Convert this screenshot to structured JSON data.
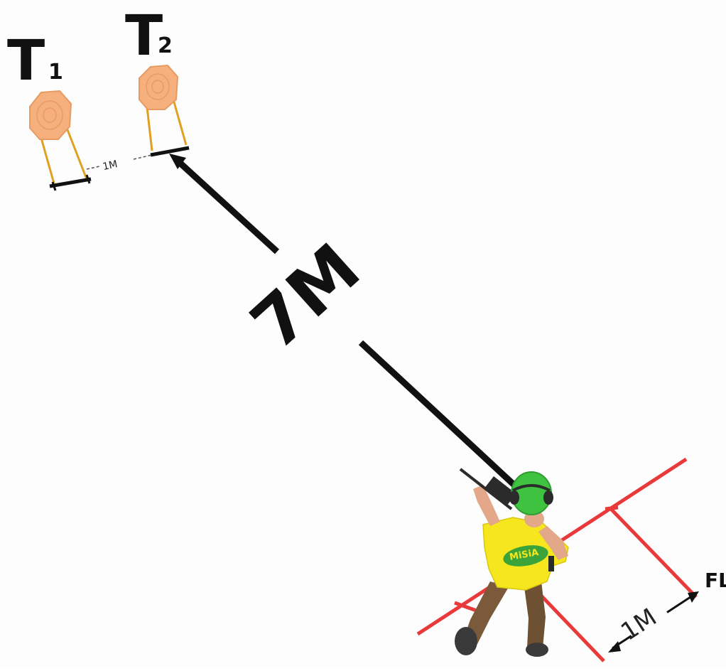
{
  "targets": [
    {
      "letter": "T",
      "number": "1"
    },
    {
      "letter": "T",
      "number": "2"
    }
  ],
  "target_spacing_label": "1M",
  "distance_label": "7M",
  "firing_line_label": "FL",
  "firing_line_spacing_label": "1M",
  "shirt_logo_text": "MiSiA",
  "colors": {
    "target_face": "#f5b07e",
    "target_stand": "#e0a020",
    "firing_line": "#e83a3a",
    "distance_line": "#111111",
    "helmet": "#3fc23f",
    "shirt": "#f6e61e",
    "pants": "#7a5a3a"
  }
}
